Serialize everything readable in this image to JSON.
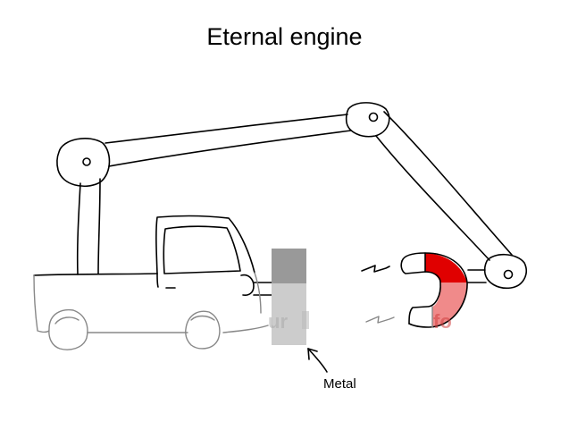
{
  "title": "Eternal engine",
  "labels": {
    "metal": "Metal"
  },
  "watermark": {
    "left": "ur",
    "right": "fo"
  },
  "colors": {
    "magnet_red": "#e00000",
    "magnet_pink": "#f08a8a",
    "metal_dark": "#999999",
    "metal_light": "#cccccc",
    "ink": "#000000"
  }
}
